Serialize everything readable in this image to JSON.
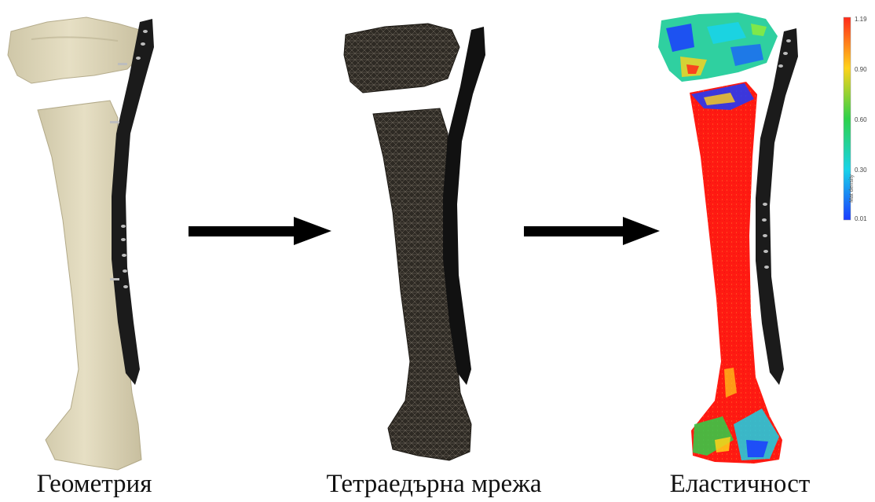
{
  "captions": {
    "geometry": "Геометрия",
    "mesh": "Тетраедърна мрежа",
    "elasticity": "Еластичност"
  },
  "colorbar": {
    "title": "Mat density",
    "ticks": [
      "1.19",
      "0.90",
      "0.60",
      "0.30",
      "0.01"
    ],
    "colors": [
      "#ff2a1a",
      "#ffd21a",
      "#2ed14a",
      "#19d3e8",
      "#1a3cff"
    ]
  },
  "colors": {
    "bone": "#ddd6ba",
    "bone_shade": "#c2b99a",
    "plate": "#1b1b1b",
    "mesh": "#3b362e",
    "arrow": "#000000",
    "elastic_main": "#ff1a12"
  }
}
